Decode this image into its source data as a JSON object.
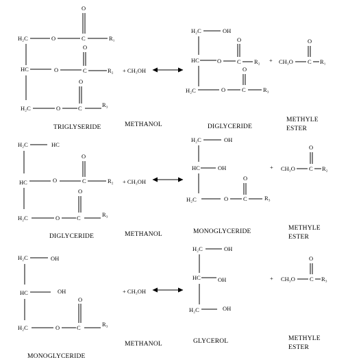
{
  "reaction_1": {
    "reactant": {
      "h2c_top": "H₂C",
      "o1": "O",
      "c1": "C",
      "r1": "R₁",
      "hc": "HC",
      "o2": "O",
      "c2": "C",
      "r2": "R₂",
      "h2c_bottom": "H₂C",
      "o3": "O",
      "c3": "C",
      "r3": "R₃",
      "carbonyl_o": "O",
      "label": "TRIGLYSERIDE"
    },
    "reagent": "+ CH₃OH",
    "reagent_label": "METHANOL",
    "product": {
      "h2c_top": "H₂C",
      "oh": "OH",
      "hc": "HC",
      "o2": "O",
      "c2": "C",
      "r2": "R₂",
      "h2c_bottom": "H₂C",
      "o3": "O",
      "c3": "C",
      "r3": "R₃",
      "carbonyl_o": "O",
      "label": "DIGLYCERIDE"
    },
    "plus": "+",
    "ester": {
      "ch3o": "CH₃O",
      "c": "C",
      "r": "R₁",
      "carbonyl_o": "O",
      "label_1": "METHYLE",
      "label_2": "ESTER"
    }
  },
  "reaction_2": {
    "reactant": {
      "h2c_top": "H₂C",
      "hc_top": "HC",
      "hc": "HC",
      "o2": "O",
      "c2": "C",
      "r2": "R₂",
      "h2c_bottom": "H₂C",
      "o3": "O",
      "c3": "C",
      "r3": "R₃",
      "carbonyl_o": "O",
      "label": "DIGLYCERIDE"
    },
    "reagent": "+ CH₃OH",
    "reagent_label": "METHANOL",
    "product": {
      "h2c_top": "H₂C",
      "oh_top": "OH",
      "hc": "HC",
      "oh_mid": "OH",
      "h2c_bottom": "H₂C",
      "o3": "O",
      "c3": "C",
      "r3": "R₃",
      "carbonyl_o": "O",
      "label": "MONOGLYCERIDE"
    },
    "plus": "+",
    "ester": {
      "ch3o": "CH₃O",
      "c": "C",
      "r": "R₂",
      "carbonyl_o": "O",
      "label_1": "METHYLE",
      "label_2": "ESTER"
    }
  },
  "reaction_3": {
    "reactant": {
      "h2c_top": "H₂C",
      "oh_top": "OH",
      "hc": "HC",
      "oh_mid": "OH",
      "h2c_bottom": "H₂C",
      "o3": "O",
      "c3": "C",
      "r3": "R₃",
      "carbonyl_o": "O",
      "label": "MONOGLYCERIDE"
    },
    "reagent": "+ CH₃OH",
    "reagent_label": "METHANOL",
    "product": {
      "h2c_top": "H₂C",
      "oh_top": "OH",
      "hc": "HC",
      "oh_mid": "OH",
      "h2c_bottom": "H₂C",
      "oh_bottom": "OH",
      "label": "GLYCEROL"
    },
    "plus": "+",
    "ester": {
      "ch3o": "CH₃O",
      "c": "C",
      "r": "R₃",
      "carbonyl_o": "O",
      "label_1": "METHYLE",
      "label_2": "ESTER"
    }
  }
}
